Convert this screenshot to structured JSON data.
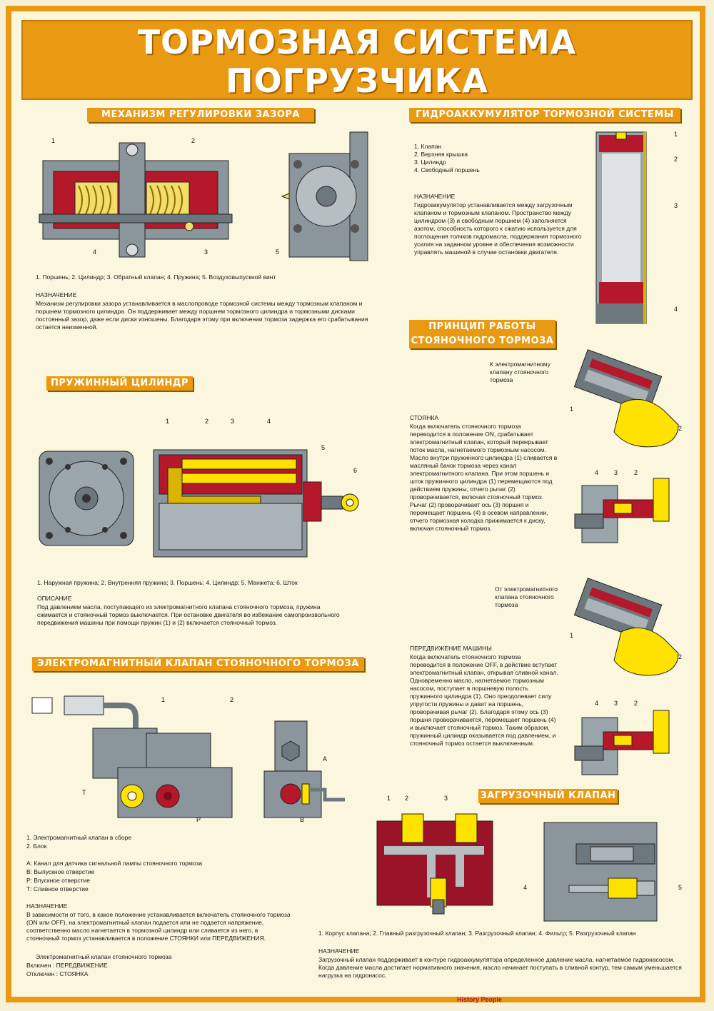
{
  "title": {
    "line1": "ТОРМОЗНАЯ СИСТЕМА",
    "line2": "ПОГРУЗЧИКА"
  },
  "sections": {
    "gap": {
      "header": "МЕХАНИЗМ РЕГУЛИРОВКИ ЗАЗОРА",
      "legend": "1. Поршень; 2. Цилиндр; 3. Обратный клапан; 4. Пружина; 5. Воздуховыпускной винт",
      "purpose_label": "НАЗНАЧЕНИЕ",
      "purpose": "Механизм регулировки зазора устанавливается в маслопроводе тормозной системы между тормозным клапаном и поршнем тормозного цилиндра. Он поддерживает между поршнем тормозного цилиндра и тормозными дисками постоянный зазор, даже если диски изношены. Благодаря этому при включении тормоза задержка его срабатывания остается неизменной."
    },
    "accum": {
      "header": "ГИДРОАККУМУЛЯТОР ТОРМОЗНОЙ СИСТЕМЫ",
      "items": [
        "1. Клапан",
        "2. Верхняя крышка",
        "3. Цилиндр",
        "4. Свободный поршень"
      ],
      "purpose_label": "НАЗНАЧЕНИЕ",
      "purpose": "Гидроаккумулятор устанавливается между загрузочным клапаном и тормозным клапаном. Пространство между цилиндром (3) и свободным поршнем (4) заполняется азотом, способность которого к сжатию используется для поглощения толчков гидромасла, поддержания тормозного усилия на заданном уровне и обеспечения возможности управлять машиной в случае остановки двигателя."
    },
    "spring": {
      "header": "ПРУЖИННЫЙ ЦИЛИНДР",
      "legend": "1. Наружная пружина; 2. Внутренняя пружина; 3. Поршень; 4. Цилиндр; 5. Манжета; 6. Шток",
      "desc_label": "ОПИСАНИЕ",
      "desc": "Под давлением масла, поступающего из электромагнитного клапана стояночного тормоза, пружина сжимается и стояночный тормоз выключается. При остановке двигателя во избежание самопроизвольного передвижения машины при помощи пружин (1) и (2) включается стояночный тормоз."
    },
    "parking": {
      "header1": "ПРИНЦИП РАБОТЫ",
      "header2": "СТОЯНОЧНОГО ТОРМОЗА",
      "note1": "К электромагнитному клапану стояночного тормоза",
      "stand_label": "СТОЯНКА",
      "stand": "Когда включатель стояночного тормоза переводится в положение ON, срабатывает электромагнитный клапан, который перекрывает поток масла, нагнетаемого тормозным насосом. Масло внутри пружинного цилиндра (1) сливается в масляный бачок тормоза через канал электромагнитного клапана. При этом поршень и шток пружинного цилиндра (1) перемещаются под действием пружины, отчего рычаг (2) проворачивается, включая стояночный тормоз. Рычаг (2) проворачивает ось (3) поршня и перемещает поршень (4) в осевом направлении, отчего тормозная колодка прижимается к диску, включая стояночный тормоз.",
      "note2": "От электромагнитного клапана стояночного тормоза",
      "move_label": "ПЕРЕДВИЖЕНИЕ МАШИНЫ",
      "move": "Когда включатель стояночного тормоза переводится в положение OFF, в действие вступает электромагнитный клапан, открывая сливной канал. Одновременно масло, нагнетаемое тормозным насосом, поступает в поршневую полость пружинного цилиндра (1). Оно преодолевает силу упругости пружины и давит на поршень, проворачивая рычаг (2). Благодаря этому ось (3) поршня проворачивается, перемещает поршень (4) и выключает стояночный тормоз. Таким образом, пружинный цилиндр оказывается под давлением, и стояночный тормоз остается выключенным."
    },
    "solenoid": {
      "header": "ЭЛЕКТРОМАГНИТНЫЙ КЛАПАН СТОЯНОЧНОГО ТОРМОЗА",
      "items": [
        "1. Электромагнитный клапан в сборе",
        "2. Блок"
      ],
      "ports": [
        "А: Канал для датчика сигнальной лампы стояночного тормоза",
        "В: Выпускное отверстие",
        "Р: Впускное отверстие",
        "Т: Сливное отверстие"
      ],
      "purpose_label": "НАЗНАЧЕНИЕ",
      "purpose": "В зависимости от того, в какое положение устанавливается включатель стояночного тормоза (ON или OFF), на электромагнитный клапан подается или не подается напряжение, соответственно масло нагнетается в тормозной цилиндр или сливается из него, в стояночный тормоз устанавливается в положение СТОЯНКИ или ПЕРЕДВИЖЕНИЯ.",
      "state_label": "Электромагнитный клапан стояночного тормоза",
      "on": "Включен : ПЕРЕДВИЖЕНИЕ",
      "off": "Отключен : СТОЯНКА"
    },
    "unload": {
      "header": "ЗАГРУЗОЧНЫЙ КЛАПАН",
      "legend": "1. Корпус клапана; 2. Главный разгрузочный клапан; 3. Разгрузочный клапан; 4. Фильтр; 5. Разгрузочный клапан",
      "purpose_label": "НАЗНАЧЕНИЕ",
      "purpose": "Загрузочный клапан поддерживает в контуре гидроаккумулятора определенное давление масла, нагнетаемое гидронасосом. Когда давление масла достигает нормативного значения, масло начинает поступать в сливной контур, тем самым уменьшается нагрузка на гидронасос."
    }
  },
  "callouts": {
    "gap": [
      "1",
      "2",
      "3",
      "4",
      "5"
    ],
    "accum": [
      "1",
      "2",
      "3",
      "4"
    ],
    "spring": [
      "1",
      "2",
      "3",
      "4",
      "5",
      "6"
    ],
    "park": [
      "1",
      "2",
      "3",
      "4"
    ],
    "sol": [
      "1",
      "2",
      "T",
      "P",
      "A",
      "B"
    ],
    "unl": [
      "1",
      "2",
      "3",
      "4",
      "5"
    ]
  },
  "footer": {
    "brand": "History People"
  },
  "colors": {
    "orange": "#e99a12",
    "red": "#b5182a",
    "yellow": "#ffe200",
    "gray": "#7d8a92",
    "bg": "#fbf6de"
  }
}
